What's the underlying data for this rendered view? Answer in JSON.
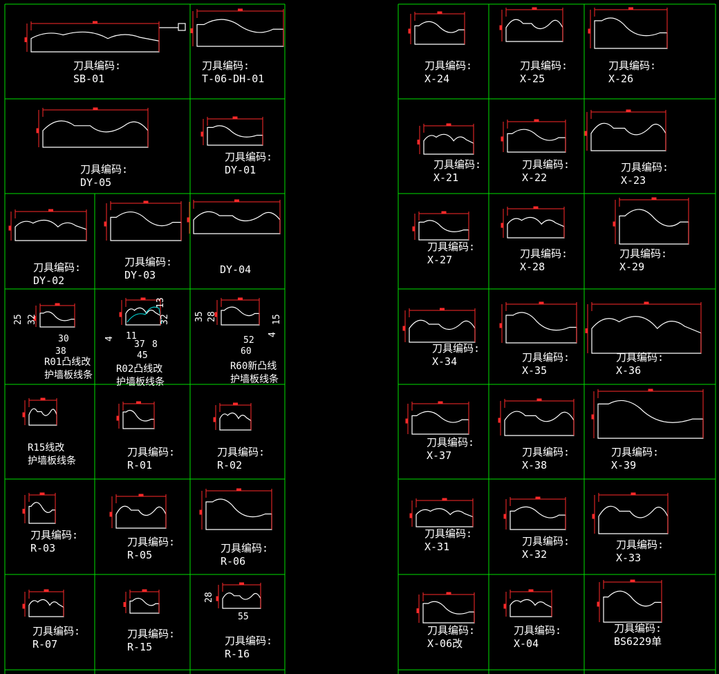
{
  "colors": {
    "grid": "#00e000",
    "profile": "#ffffff",
    "dim": "#ff2a2a",
    "accent": "#00c8c8",
    "background": "#000000"
  },
  "left_panel": {
    "cells": [
      {
        "lines": [
          "刀具编码:",
          "SB-01"
        ]
      },
      {
        "lines": [
          "刀具编码:",
          "T-06-DH-01"
        ]
      },
      {
        "lines": [
          "刀具编码:",
          "DY-05"
        ]
      },
      {
        "lines": [
          "刀具编码:",
          "DY-01"
        ]
      },
      {
        "lines": [
          "刀具编码:",
          "DY-02"
        ]
      },
      {
        "lines": [
          "刀具编码:",
          "DY-03"
        ]
      },
      {
        "lines": [
          "DY-04"
        ]
      },
      {
        "lines": [
          "R01凸线改",
          "护墙板线条"
        ],
        "dims": [
          "25",
          "32",
          "30",
          "38"
        ]
      },
      {
        "lines": [
          "R02凸线改",
          "护墙板线条"
        ],
        "dims": [
          "13",
          "32",
          "11",
          "37",
          "8",
          "45",
          "4"
        ]
      },
      {
        "lines": [
          "R60新凸线",
          "护墙板线条"
        ],
        "dims": [
          "35",
          "28",
          "15",
          "4",
          "52",
          "60"
        ]
      },
      {
        "lines": [
          "R15线改",
          "护墙板线条"
        ]
      },
      {
        "lines": [
          "刀具编码:",
          "R-01"
        ]
      },
      {
        "lines": [
          "刀具编码:",
          "R-02"
        ]
      },
      {
        "lines": [
          "刀具编码:",
          "R-03"
        ]
      },
      {
        "lines": [
          "刀具编码:",
          "R-05"
        ]
      },
      {
        "lines": [
          "刀具编码:",
          "R-06"
        ]
      },
      {
        "lines": [
          "刀具编码:",
          "R-07"
        ]
      },
      {
        "lines": [
          "刀具编码:",
          "R-15"
        ]
      },
      {
        "lines": [
          "刀具编码:",
          "R-16"
        ],
        "dims": [
          "28",
          "55"
        ]
      }
    ]
  },
  "right_panel": {
    "cells": [
      {
        "lines": [
          "刀具编码:",
          "X-24"
        ]
      },
      {
        "lines": [
          "刀具编码:",
          "X-25"
        ]
      },
      {
        "lines": [
          "刀具编码:",
          "X-26"
        ]
      },
      {
        "lines": [
          "刀具编码:",
          "X-21"
        ]
      },
      {
        "lines": [
          "刀具编码:",
          "X-22"
        ]
      },
      {
        "lines": [
          "刀具编码:",
          "X-23"
        ]
      },
      {
        "lines": [
          "刀具编码:",
          "X-27"
        ]
      },
      {
        "lines": [
          "刀具编码:",
          "X-28"
        ]
      },
      {
        "lines": [
          "刀具编码:",
          "X-29"
        ]
      },
      {
        "lines": [
          "刀具编码:",
          "X-34"
        ]
      },
      {
        "lines": [
          "刀具编码:",
          "X-35"
        ]
      },
      {
        "lines": [
          "刀具编码:",
          "X-36"
        ]
      },
      {
        "lines": [
          "刀具编码:",
          "X-37"
        ]
      },
      {
        "lines": [
          "刀具编码:",
          "X-38"
        ]
      },
      {
        "lines": [
          "刀具编码:",
          "X-39"
        ]
      },
      {
        "lines": [
          "刀具编码:",
          "X-31"
        ]
      },
      {
        "lines": [
          "刀具编码:",
          "X-32"
        ]
      },
      {
        "lines": [
          "刀具编码:",
          "X-33"
        ]
      },
      {
        "lines": [
          "刀具编码:",
          "X-06改"
        ]
      },
      {
        "lines": [
          "刀具编码:",
          "X-04"
        ]
      },
      {
        "lines": [
          "刀具编码:",
          "BS6229单"
        ]
      }
    ]
  }
}
